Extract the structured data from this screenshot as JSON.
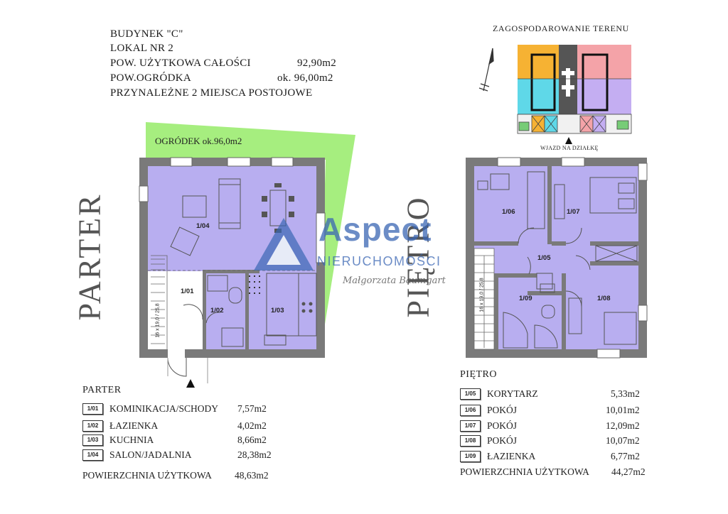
{
  "header": {
    "line1": "BUDYNEK \"C\"",
    "line2": "LOKAL NR 2",
    "line3_label": "POW. UŻYTKOWA CAŁOŚCI",
    "line3_value": "92,90m2",
    "line4_label": "POW.OGRÓDKA",
    "line4_value": "ok. 96,00m2",
    "line5": "PRZYNALEŻNE 2 MIEJSCA POSTOJOWE"
  },
  "site_plan": {
    "title": "ZAGOSPODAROWANIE TERENU",
    "entry_label": "WJAZD NA DZIAŁKĘ"
  },
  "garden_label": "OGRÓDEK  ok.96,0m2",
  "floor_labels": {
    "ground": "PARTER",
    "upper": "PIĘTRO"
  },
  "stairs_labels": {
    "ground": "16 x 19,0 / 25,8",
    "upper": "16 x 19,0 / 25,8"
  },
  "watermark": {
    "brand": "Aspect",
    "subtitle": "NIERUCHOMOŚCI",
    "signature": "Małgorzata Baumgart"
  },
  "colors": {
    "room": "#b8aef0",
    "garden": "#a6ee7f",
    "wall": "#7a7a7a",
    "site_orange": "#f6b233",
    "site_pink": "#f4a3a8",
    "site_cyan": "#5fd8e8",
    "site_lilac": "#c4aef2",
    "logo_blue": "#3a66b4"
  },
  "rooms": {
    "r101": "1/01",
    "r102": "1/02",
    "r103": "1/03",
    "r104": "1/04",
    "r105": "1/05",
    "r106": "1/06",
    "r107": "1/07",
    "r108": "1/08",
    "r109": "1/09"
  },
  "legend_ground": {
    "title": "PARTER",
    "rows": [
      {
        "code": "1/01",
        "name": "KOMINIKACJA/SCHODY",
        "area": "7,57m2"
      },
      {
        "code": "1/02",
        "name": "ŁAZIENKA",
        "area": "4,02m2"
      },
      {
        "code": "1/03",
        "name": "KUCHNIA",
        "area": "8,66m2"
      },
      {
        "code": "1/04",
        "name": "SALON/JADALNIA",
        "area": "28,38m2"
      }
    ],
    "total_label": "POWIERZCHNIA UŻYTKOWA",
    "total_value": "48,63m2"
  },
  "legend_upper": {
    "title": "PIĘTRO",
    "rows": [
      {
        "code": "1/05",
        "name": "KORYTARZ",
        "area": "5,33m2"
      },
      {
        "code": "1/06",
        "name": "POKÓJ",
        "area": "10,01m2"
      },
      {
        "code": "1/07",
        "name": "POKÓJ",
        "area": "12,09m2"
      },
      {
        "code": "1/08",
        "name": "POKÓJ",
        "area": "10,07m2"
      },
      {
        "code": "1/09",
        "name": "ŁAZIENKA",
        "area": "6,77m2"
      }
    ],
    "total_label": "POWIERZCHNIA UŻYTKOWA",
    "total_value": "44,27m2"
  }
}
